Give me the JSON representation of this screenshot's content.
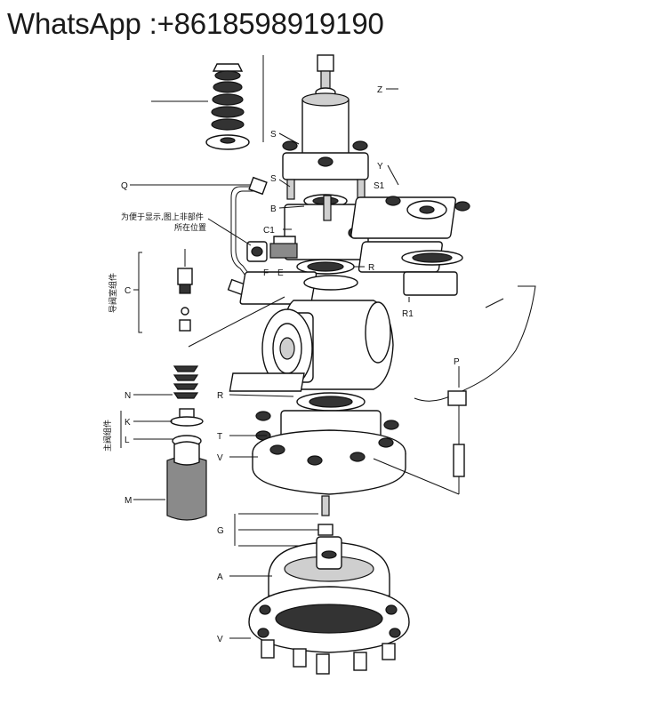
{
  "header": {
    "text": "WhatsApp :+8618598919190"
  },
  "labels": {
    "Z": "Z",
    "S_upper": "S",
    "S_lower": "S",
    "Y": "Y",
    "S1": "S1",
    "Q": "Q",
    "B": "B",
    "C1": "C1",
    "R_upper": "R",
    "F": "F",
    "E": "E",
    "R1": "R1",
    "C": "C",
    "N": "N",
    "K": "K",
    "L": "L",
    "M": "M",
    "R_lower": "R",
    "T": "T",
    "V_upper": "V",
    "P": "P",
    "G": "G",
    "A": "A",
    "V_lower": "V"
  },
  "notes": {
    "note_line1": "为便于显示,图上非部件",
    "note_line2": "所在位置",
    "pilot_group": "导阀室组件",
    "main_group": "主阀组件"
  }
}
